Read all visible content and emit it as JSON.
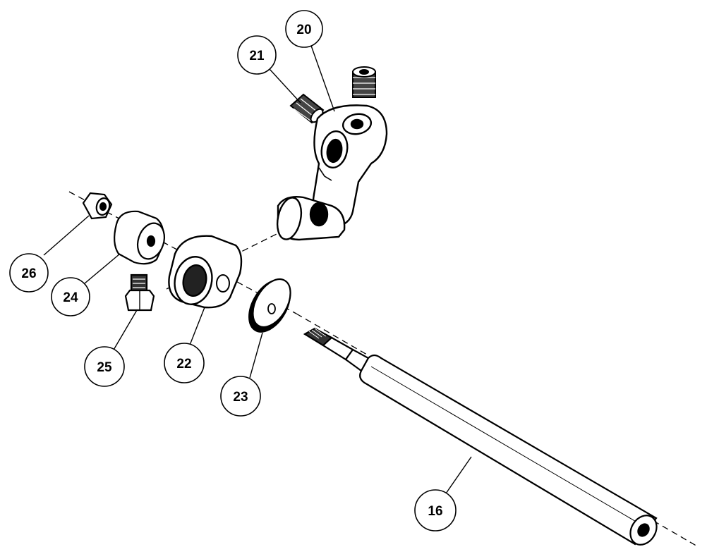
{
  "callouts": {
    "c16": "16",
    "c20": "20",
    "c21": "21",
    "c22": "22",
    "c23": "23",
    "c24": "24",
    "c25": "25",
    "c26": "26"
  },
  "colors": {
    "ink": "#000000",
    "paper": "#ffffff",
    "shade": "#222222"
  }
}
